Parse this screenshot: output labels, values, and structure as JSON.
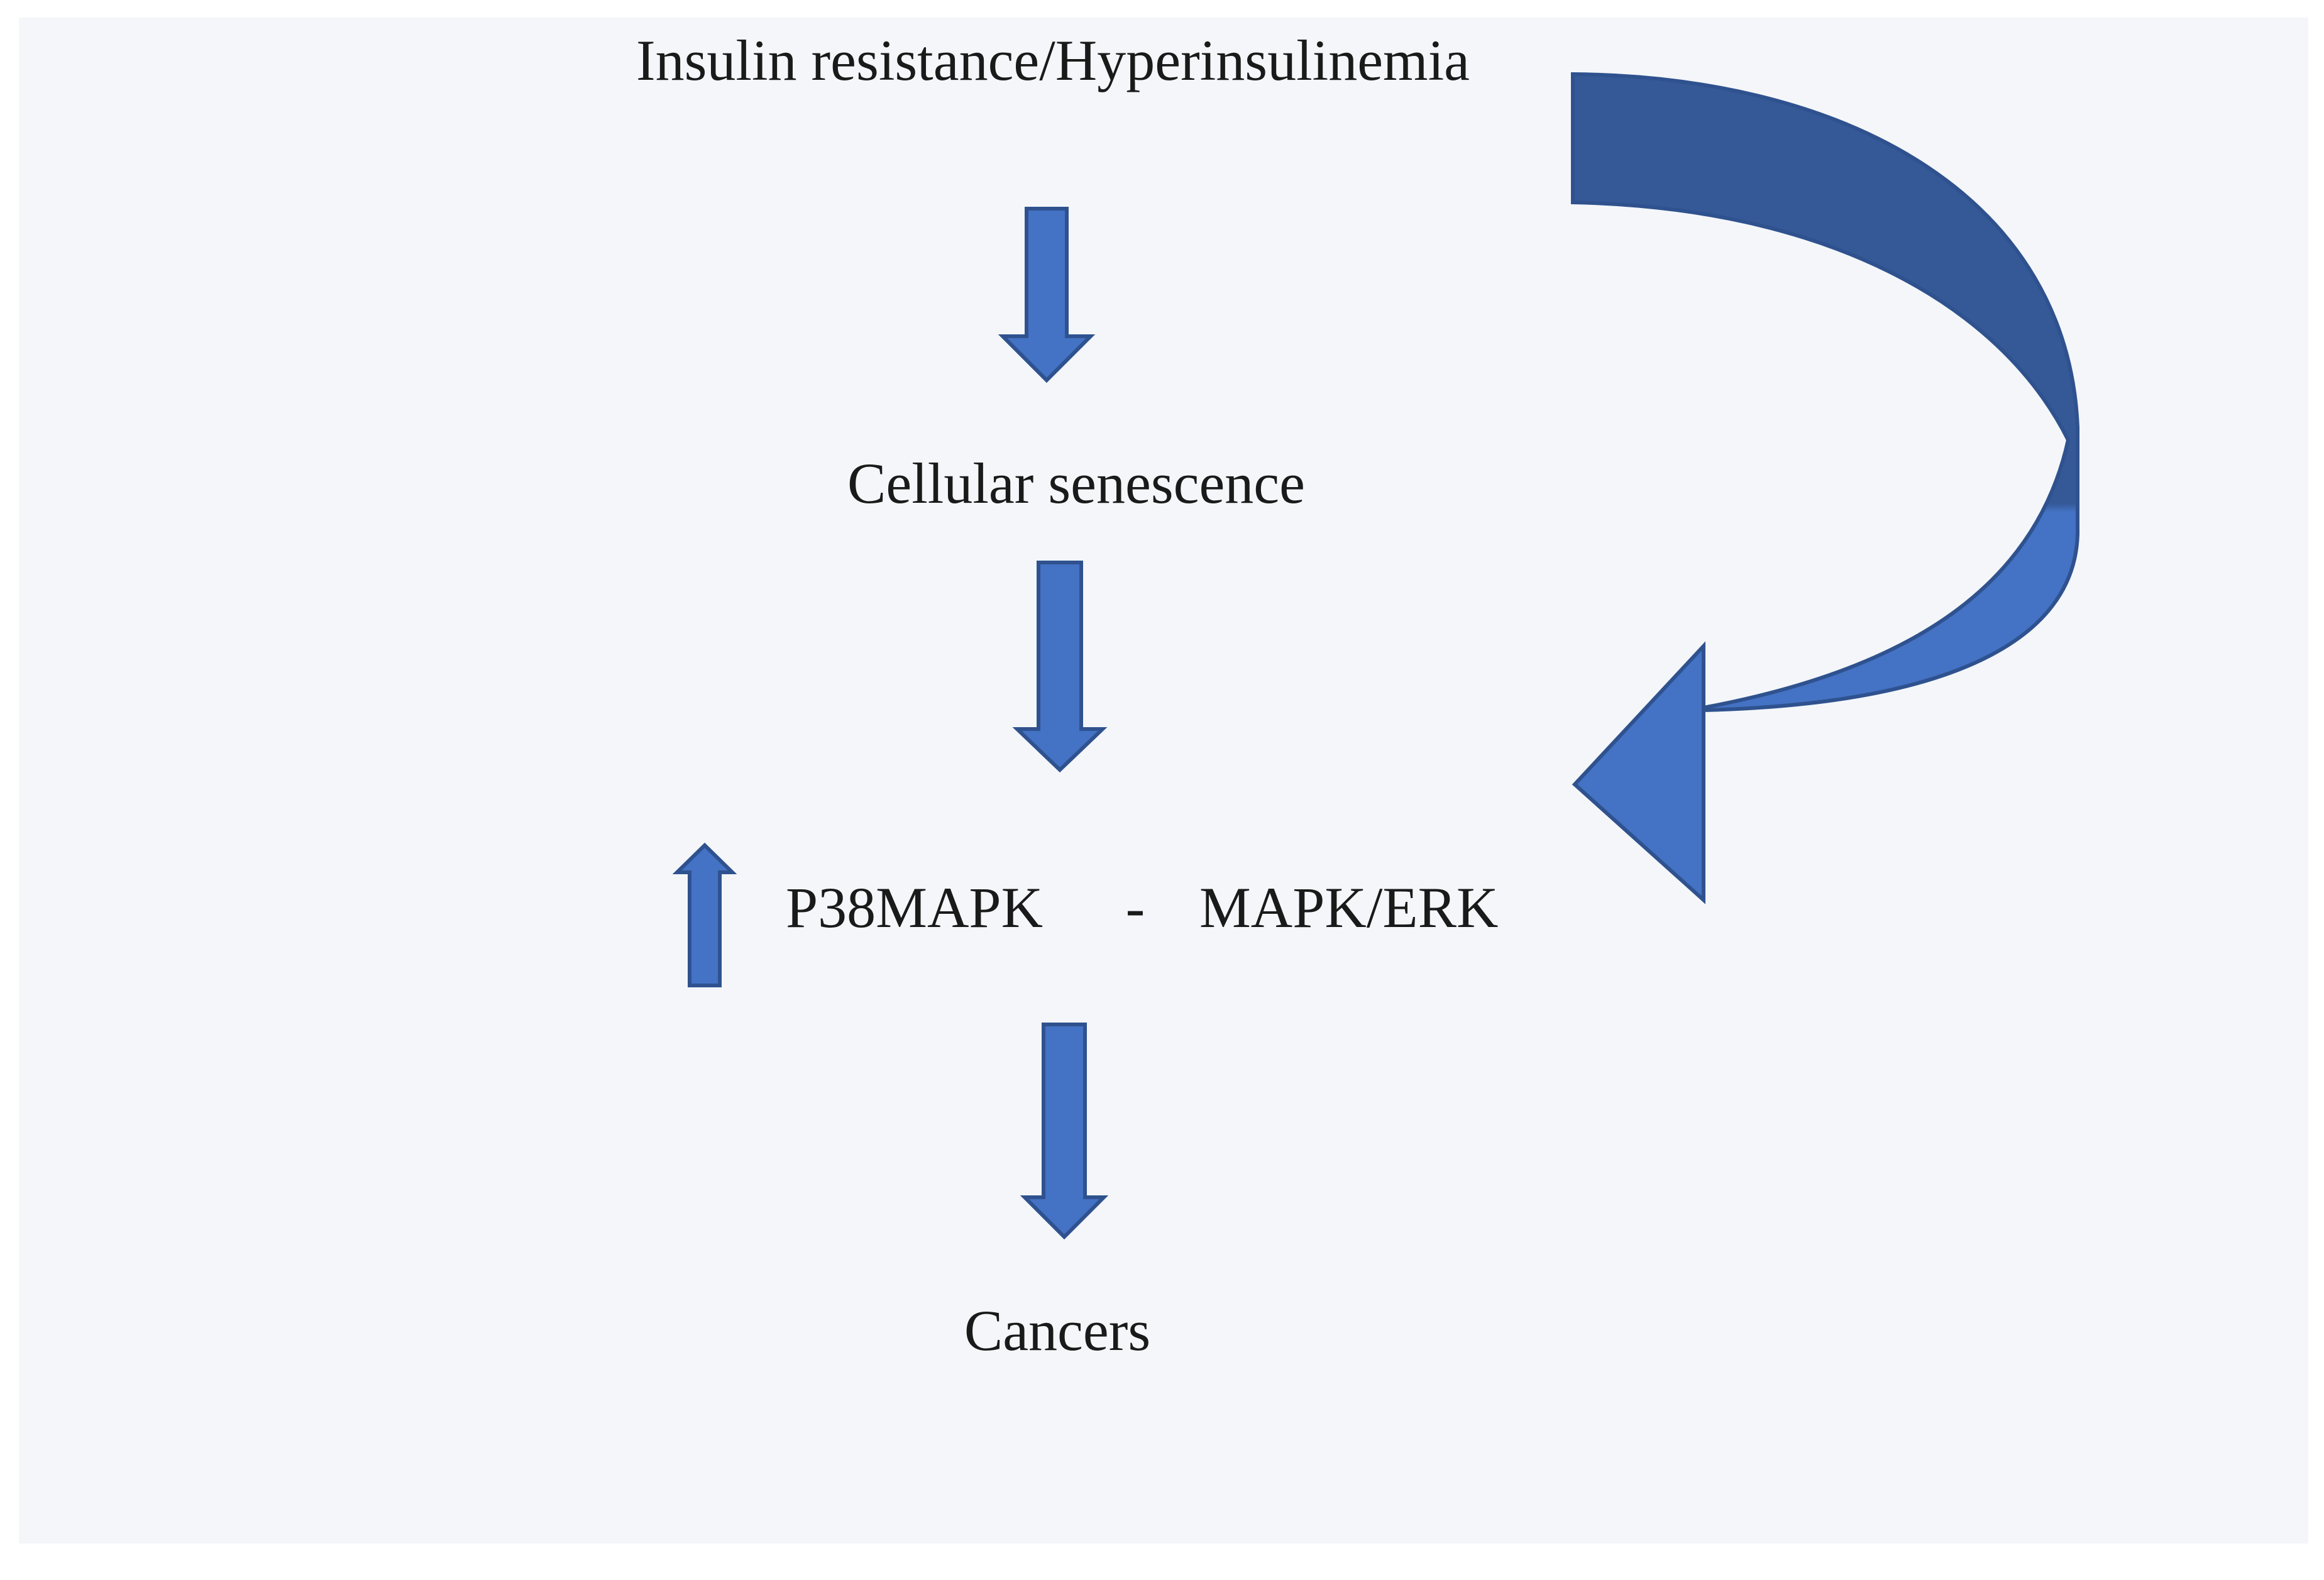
{
  "diagram": {
    "nodes": {
      "insulin": "Insulin resistance/Hyperinsulinemia",
      "senescence": "Cellular senescence",
      "p38": "P38MAPK",
      "separator": "-",
      "mapk_erk": "MAPK/ERK",
      "cancers": "Cancers"
    },
    "edges": [
      {
        "from": "insulin",
        "to": "senescence",
        "style": "down-arrow"
      },
      {
        "from": "senescence",
        "to": "p38",
        "style": "down-arrow"
      },
      {
        "from": "p38",
        "to": "cancers",
        "style": "down-arrow"
      },
      {
        "from": "insulin",
        "to": "mapk_erk",
        "style": "curved-arrow"
      }
    ],
    "indicator_icon": "up-arrow-icon",
    "colors": {
      "panel": "#f4f6f9",
      "arrow_fill": "#4472c4",
      "arrow_stroke": "#2f528f",
      "curved_arrow_dark": "#345996",
      "text": "#1a1a1a"
    }
  }
}
